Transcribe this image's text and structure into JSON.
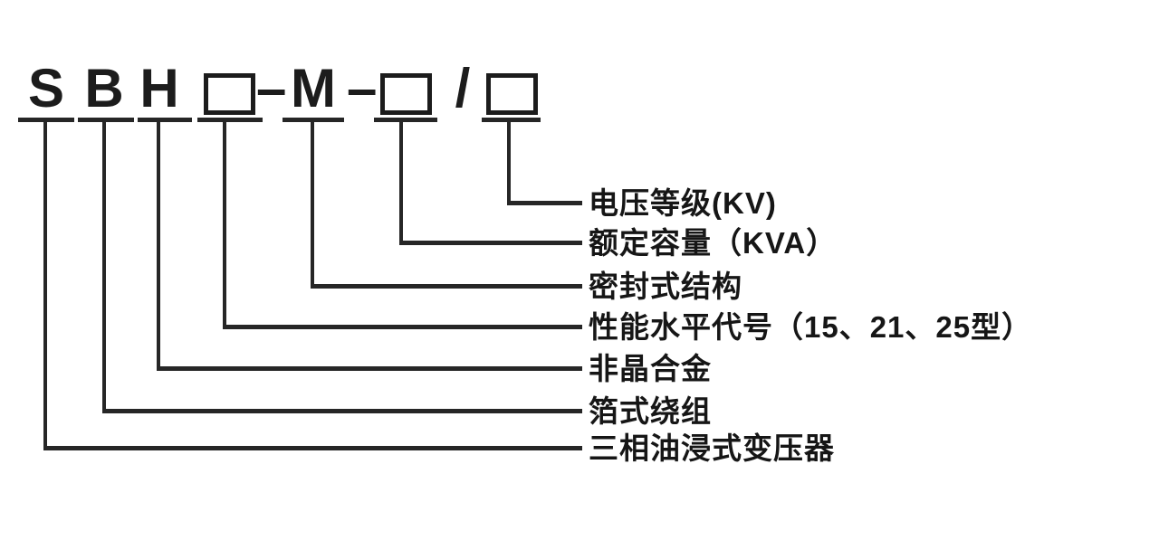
{
  "diagram": {
    "code_segments": [
      {
        "type": "letter",
        "text": "S"
      },
      {
        "type": "letter",
        "text": "B"
      },
      {
        "type": "letter",
        "text": "H"
      },
      {
        "type": "box",
        "text": ""
      },
      {
        "type": "dash",
        "text": "–"
      },
      {
        "type": "letter",
        "text": "M"
      },
      {
        "type": "dash",
        "text": "–"
      },
      {
        "type": "box",
        "text": ""
      },
      {
        "type": "slash",
        "text": "/"
      },
      {
        "type": "box",
        "text": ""
      }
    ],
    "labels": [
      {
        "text": "电压等级(KV)"
      },
      {
        "text": "额定容量（KVA）"
      },
      {
        "text": "密封式结构"
      },
      {
        "text": "性能水平代号（15、21、25型）"
      },
      {
        "text": "非晶合金"
      },
      {
        "text": "箔式绕组"
      },
      {
        "text": "三相油浸式变压器"
      }
    ],
    "colors": {
      "ink": "#1a1a1a",
      "background": "#ffffff"
    }
  }
}
